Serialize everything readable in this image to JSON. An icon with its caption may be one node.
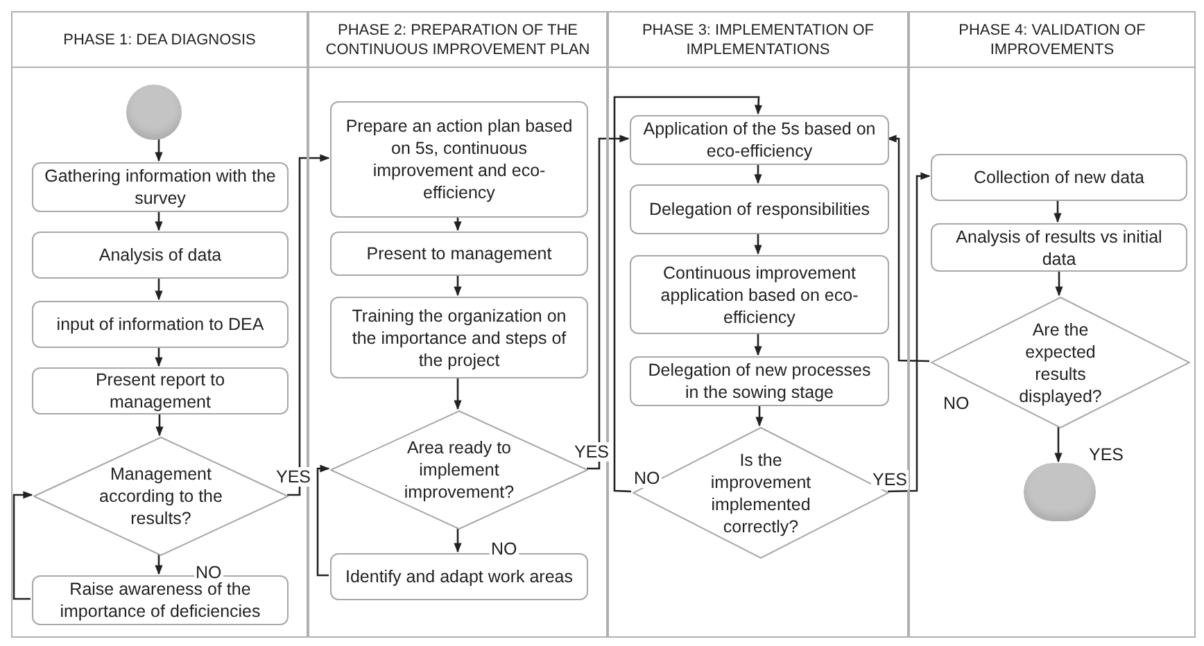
{
  "diagram": {
    "nodes": [
      {
        "text": [
          "PHASE 1: DEA DIAGNOSIS"
        ]
      },
      {
        "text": [],
        "shape": "circle",
        "in": 0
      },
      {
        "text": [
          "Gathering information with the survey"
        ],
        "in": 0
      },
      {
        "text": [
          "Analysis of data"
        ],
        "in": 0
      },
      {
        "text": [
          "input of information to DEA"
        ],
        "in": 0
      },
      {
        "text": [
          "Present report to management"
        ],
        "in": 0
      },
      {
        "text": [
          "Management according to the results?"
        ],
        "in": 0
      },
      {
        "text": [
          "Raise awareness of the importance of deficiencies"
        ],
        "in": 0
      },
      {
        "text": [
          "PHASE 2: PREPARATION OF THE CONTINUOUS IMPROVEMENT PLAN"
        ]
      },
      {
        "text": [
          "Prepare an action plan based on 5s, continuous improvement and eco-efficiency"
        ],
        "in": 8
      },
      {
        "text": [
          "Present to management"
        ],
        "in": 8
      },
      {
        "text": [
          "Training the organization on the importance and steps of the project"
        ],
        "in": 8
      },
      {
        "text": [
          "Area ready to implement improvement?"
        ],
        "in": 8
      },
      {
        "text": [
          "Identify and adapt work areas"
        ],
        "in": 8
      },
      {
        "text": [
          "PHASE 3: IMPLEMENTATION OF IMPLEMENTATIONS"
        ]
      },
      {
        "text": [
          "Application of the 5s based on eco-efficiency"
        ],
        "in": 14
      },
      {
        "text": [
          "Delegation of responsibilities"
        ],
        "in": 14
      },
      {
        "text": [
          "Continuous improvement application based on eco-efficiency"
        ],
        "in": 14
      },
      {
        "text": [
          "Delegation of new processes in the sowing stage"
        ],
        "in": 14
      },
      {
        "text": [
          "Is the improvement implemented correctly?"
        ],
        "in": 14
      },
      {
        "text": [
          "PHASE 4: VALIDATION OF IMPROVEMENTS"
        ]
      },
      {
        "text": [
          "Collection of new data"
        ],
        "in": 20
      },
      {
        "text": [
          "Analysis of results vs initial data"
        ],
        "in": 20
      },
      {
        "text": [
          "Are the expected results displayed?"
        ],
        "in": 20
      },
      {
        "text": [],
        "shape": "circle",
        "in": 20
      }
    ],
    "edges": [
      {
        "from": 1,
        "to": 2,
        "arrow": "to"
      },
      {
        "from": 2,
        "to": 3,
        "arrow": "to"
      },
      {
        "from": 3,
        "to": 4,
        "arrow": "to"
      },
      {
        "from": 4,
        "to": 5,
        "arrow": "to"
      },
      {
        "from": 5,
        "to": 6,
        "arrow": "to"
      },
      {
        "from": 6,
        "to": 7,
        "arrow": "to",
        "label": "NO"
      },
      {
        "from": 7,
        "to": 6,
        "arrow": "to"
      },
      {
        "from": 6,
        "to": 9,
        "arrow": "to",
        "label": "YES"
      },
      {
        "from": 9,
        "to": 10,
        "arrow": "to"
      },
      {
        "from": 10,
        "to": 11,
        "arrow": "to"
      },
      {
        "from": 11,
        "to": 12,
        "arrow": "to"
      },
      {
        "from": 12,
        "to": 13,
        "arrow": "to",
        "label": "NO"
      },
      {
        "from": 13,
        "to": 12,
        "arrow": "to"
      },
      {
        "from": 12,
        "to": 15,
        "arrow": "to",
        "label": "YES"
      },
      {
        "from": 15,
        "to": 16,
        "arrow": "to"
      },
      {
        "from": 16,
        "to": 17,
        "arrow": "to"
      },
      {
        "from": 17,
        "to": 18,
        "arrow": "to"
      },
      {
        "from": 18,
        "to": 19,
        "arrow": "to"
      },
      {
        "from": 19,
        "to": 15,
        "arrow": "to",
        "label": "NO"
      },
      {
        "from": 19,
        "to": 21,
        "arrow": "to",
        "label": "YES"
      },
      {
        "from": 21,
        "to": 22,
        "arrow": "to"
      },
      {
        "from": 22,
        "to": 23,
        "arrow": "to"
      },
      {
        "from": 23,
        "to": 15,
        "arrow": "to",
        "label": "NO"
      },
      {
        "from": 23,
        "to": 24,
        "arrow": "to",
        "label": "YES"
      }
    ]
  }
}
